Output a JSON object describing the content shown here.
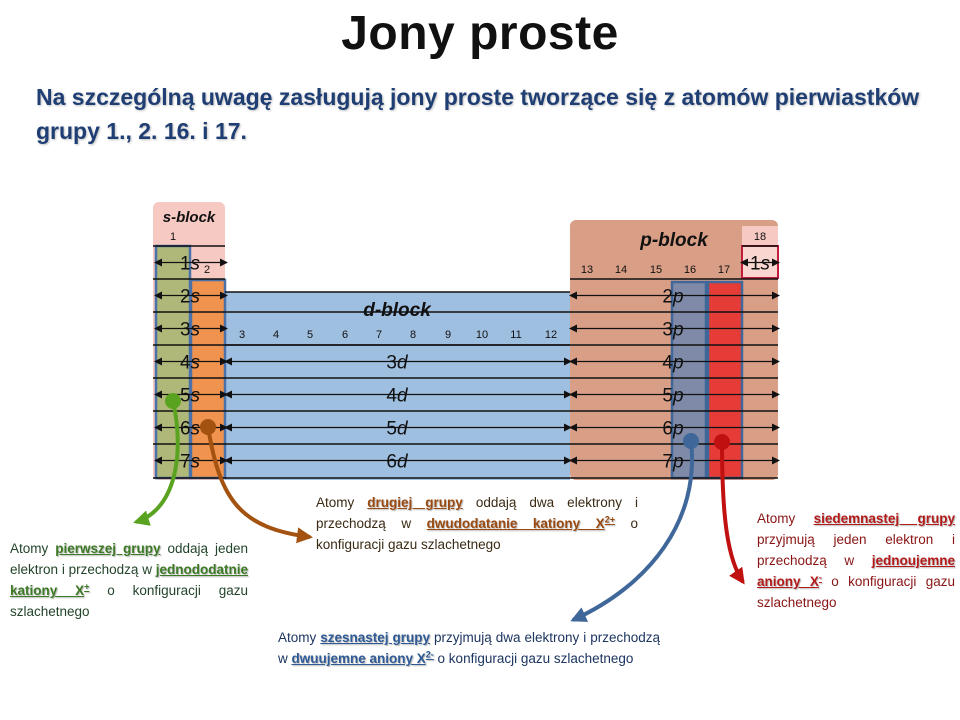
{
  "title": "Jony proste",
  "subtitle": "Na szczególną uwagę zasługują jony proste tworzące się z atomów pierwiastków grupy 1., 2. 16. i 17.",
  "blocks": {
    "s": "s-block",
    "d": "d-block",
    "p": "p-block"
  },
  "groups": [
    "1",
    "2",
    "3",
    "4",
    "5",
    "6",
    "7",
    "8",
    "9",
    "10",
    "11",
    "12",
    "13",
    "14",
    "15",
    "16",
    "17",
    "18"
  ],
  "s_orbitals": [
    "1",
    "2",
    "3",
    "4",
    "5",
    "6",
    "7"
  ],
  "d_orbitals": [
    "3",
    "4",
    "5",
    "6"
  ],
  "p_orbitals": [
    "2",
    "3",
    "4",
    "5",
    "6",
    "7"
  ],
  "s_letter": "s",
  "p_letter": "p",
  "d_letter": "d",
  "he_label": "1s",
  "colors": {
    "s_block": "#f6c9c2",
    "d_block": "#9fbfe0",
    "p_block": "#d99e86",
    "group1": "#5aa321",
    "group2": "#a3520f",
    "group16": "#3f6799",
    "group17": "#c01010"
  },
  "notes": {
    "group1": {
      "t1": "Atomy ",
      "u1": "pierwszej grupy",
      "t2": " oddają jeden elektron i przechodzą w ",
      "u2": "jednododatnie kationy X",
      "sup": "+",
      "t3": " o konfiguracji gazu szlachetnego"
    },
    "group2": {
      "t1": "Atomy ",
      "u1": "drugiej grupy",
      "t2": " oddają dwa elektrony i przechodzą w ",
      "u2": "dwudodatanie kationy X",
      "sup": "2+",
      "t3": " o konfiguracji gazu szlachetnego"
    },
    "group16": {
      "t1": "Atomy ",
      "u1": "szesnastej grupy",
      "t2": " przyjmują dwa elektrony i przechodzą w ",
      "u2": "dwuujemne aniony X",
      "sup": "2-",
      "t3": " o konfiguracji gazu szlachetnego"
    },
    "group17": {
      "t1": "Atomy ",
      "u1": "siedemnastej grupy",
      "t2": " przyjmują jeden elektron i przechodzą w ",
      "u2": "jednoujemne aniony X",
      "sup": "-",
      "t3": " o konfiguracji gazu szlachetnego"
    }
  }
}
